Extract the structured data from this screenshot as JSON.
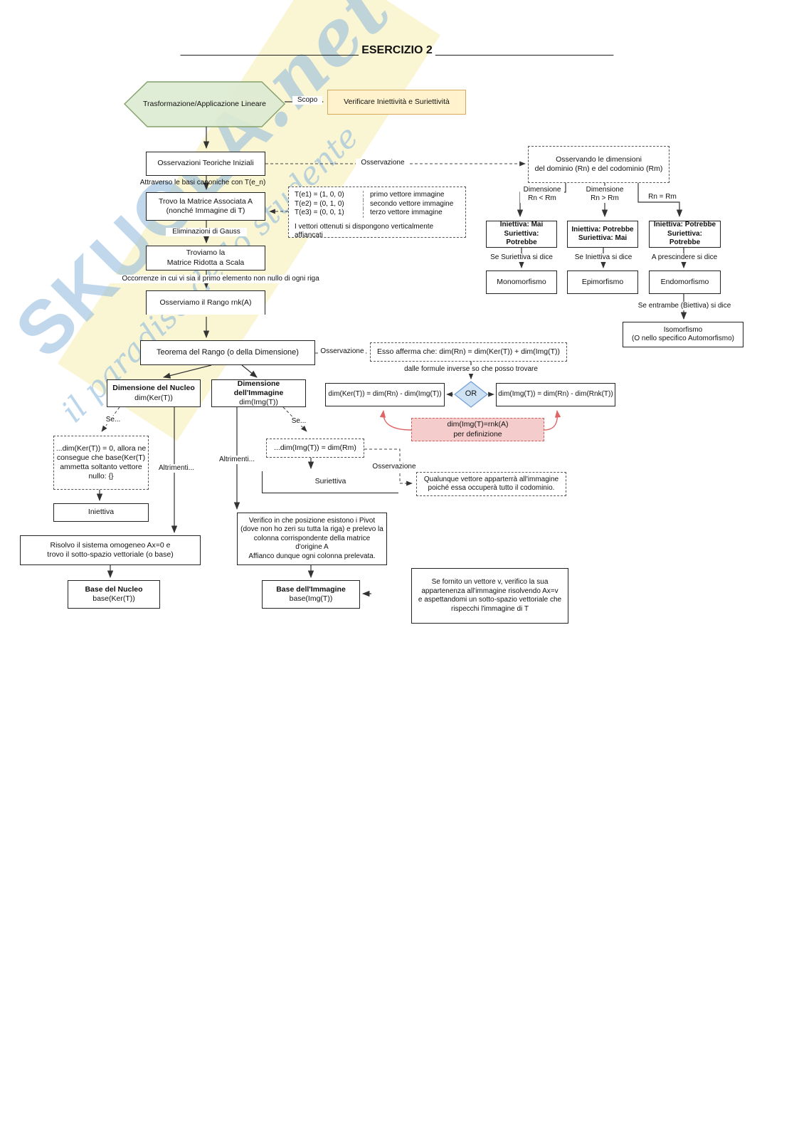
{
  "title": {
    "left_rule": "______________________________",
    "text": "ESERCIZIO 2",
    "right_rule": "______________________________"
  },
  "watermark": {
    "brand": "SKUOLA",
    "brand_suffix": ".net",
    "tagline": "il paradiso dello studente"
  },
  "colors": {
    "hexagon_fill": "#dcead2",
    "hexagon_border": "#84a06b",
    "goal_fill": "#fff2cc",
    "goal_border": "#d6a95c",
    "or_fill": "#cfe2f3",
    "or_border": "#6d9ed6",
    "pink_fill": "#f5cccc",
    "pink_border": "#d06060",
    "red_arrow": "#e06666",
    "watermark_blue": "#8fbade",
    "watermark_yellow": "#f6ecae"
  },
  "nodes": {
    "hexagon": {
      "label": "Trasformazione/Applicazione Lineare"
    },
    "scopo_label": "Scopo",
    "goal": {
      "label": "Verificare Iniettività e Suriettività"
    },
    "osservazioni": {
      "label": "Osservazioni Teoriche Iniziali"
    },
    "osservazione_label_top": "Osservazione",
    "attraverso_label": "Attraverso le basi canoniche con T(e_n)",
    "trovo": {
      "line1": "Trovo la Matrice Associata A",
      "line2": "(nonché Immagine di T)"
    },
    "te_box": {
      "rows": [
        {
          "f": "T(e1) = (1, 0, 0)",
          "d": "primo vettore immagine"
        },
        {
          "f": "T(e2) = (0, 1, 0)",
          "d": "secondo vettore immagine"
        },
        {
          "f": "T(e3) = (0, 0, 1)",
          "d": "terzo vettore immagine"
        }
      ],
      "note": "I vettori ottenuti si dispongono verticalmente affiancati"
    },
    "gauss_label": "Eliminazioni di Gauss",
    "troviamo": {
      "line1": "Troviamo la",
      "line2": "Matrice Ridotta a Scala"
    },
    "occorrenze_label": "Occorrenze in cui vi sia il primo elemento non nullo di ogni riga",
    "rango": {
      "label": "Osserviamo il Rango rnk(A)"
    },
    "teorema": {
      "label": "Teorema del Rango (o della Dimensione)"
    },
    "osservazione_label_mid": "Osservazione",
    "esso": {
      "label": "Esso afferma che: dim(Rn) = dim(Ker(T)) + dim(Img(T))"
    },
    "dalle_label": "dalle formule inverse so che posso trovare",
    "or_diamond": "OR",
    "formula_ker": {
      "label": "dim(Ker(T)) = dim(Rn) - dim(Img(T))"
    },
    "formula_img": {
      "label": "dim(Img(T)) = dim(Rn) - dim(Rnk(T))"
    },
    "per_def": {
      "line1": "dim(Img(T)=rnk(A)",
      "line2": "per definizione"
    },
    "nucleo": {
      "line1": "Dimensione del Nucleo",
      "line2": "dim(Ker(T))"
    },
    "immagine": {
      "line1": "Dimensione dell'Immagine",
      "line2": "dim(Img(T))"
    },
    "se_label_left": "Se...",
    "altrimenti_label_left": "Altrimenti...",
    "ker_zero": {
      "lines": [
        "...dim(Ker(T)) = 0, allora ne",
        "consegue che base(Ker(T)",
        "ammetta soltanto vettore",
        "nullo: {}"
      ]
    },
    "iniettiva": {
      "label": "Iniettiva"
    },
    "risolvo": {
      "line1": "Risolvo il sistema omogeneo Ax=0 e",
      "line2": "trovo il sotto-spazio vettoriale (o base)"
    },
    "base_nucleo": {
      "line1": "Base del Nucleo",
      "line2": "base(Ker(T))"
    },
    "se_label_mid": "Se...",
    "altrimenti_label_mid": "Altrimenti...",
    "img_dim": {
      "label": "...dim(Img(T)) = dim(Rm)"
    },
    "suriettiva": {
      "label": "Suriettiva"
    },
    "osservazione_label_sur": "Osservazione",
    "qualunque": {
      "line1": "Qualunque vettore apparterrà all'immagine",
      "line2": "poiché essa occuperà tutto il codominio."
    },
    "verifico": {
      "lines": [
        "Verifico in che posizione esistono i Pivot",
        "(dove non ho zeri su tutta la riga) e prelevo la",
        "colonna corrispondente della matrice",
        "d'origine A",
        "Affianco dunque ogni colonna prelevata."
      ]
    },
    "base_immagine": {
      "line1": "Base dell'Immagine",
      "line2": "base(Img(T))"
    },
    "vettore_v": {
      "lines": [
        "Se fornito un vettore v, verifico la sua",
        "appartenenza all'immagine risolvendo Ax=v",
        "e aspettandomi un sotto-spazio vettoriale che",
        "rispecchi l'immagine di T"
      ]
    },
    "osservando": {
      "line1": "Osservando le dimensioni",
      "line2": "del dominio (Rn) e del codominio (Rm)"
    },
    "dim_lt": {
      "line1": "Dimensione",
      "line2": "Rn < Rm"
    },
    "dim_gt": {
      "line1": "Dimensione",
      "line2": "Rn > Rm"
    },
    "dim_eq": "Rn = Rm",
    "caseA": {
      "line1": "Iniettiva: Mai",
      "line2": "Suriettiva: Potrebbe"
    },
    "caseB": {
      "line1": "Iniettiva: Potrebbe",
      "line2": "Suriettiva: Mai"
    },
    "caseC": {
      "line1": "Iniettiva: Potrebbe",
      "line2": "Suriettiva: Potrebbe"
    },
    "se_sur_label": "Se Suriettiva si dice",
    "se_ini_label": "Se Iniettiva si dice",
    "presc_label": "A prescindere si dice",
    "mono": {
      "label": "Monomorfismo"
    },
    "epi": {
      "label": "Epimorfismo"
    },
    "endo": {
      "label": "Endomorfismo"
    },
    "entrambe_label": "Se entrambe (Biettiva) si dice",
    "iso": {
      "line1": "Isomorfismo",
      "line2": "(O nello specifico Automorfismo)"
    }
  }
}
